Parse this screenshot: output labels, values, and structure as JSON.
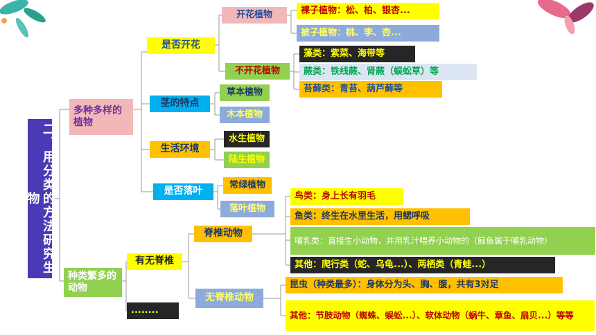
{
  "root": "二、用分类的方法研究生物",
  "colors": {
    "yellow": "#ffff00",
    "green": "#92d050",
    "cyan": "#00b0f0",
    "orange": "#ffc000",
    "pink": "#f2b8b8",
    "lightblue": "#8eaadb",
    "dark": "#262626",
    "purple": "#4a3ab5"
  },
  "plants": {
    "label": "多种多样的植物",
    "flower": {
      "q": "是否开花",
      "yes": "开花植物",
      "no": "不开花植物",
      "gymno": "裸子植物：松、柏、银杏...",
      "angio": "被子植物：桃、李、杏...",
      "algae": "藻类：紫菜、海带等",
      "fern": "蕨类：铁线蕨、肾蕨（蜈蚣草）等",
      "moss": "苔藓类：青苔、葫芦藓等"
    },
    "stem": {
      "q": "茎的特点",
      "herb": "草本植物",
      "wood": "木本植物"
    },
    "habitat": {
      "q": "生活环境",
      "water": "水生植物",
      "land": "陆生植物"
    },
    "leaf": {
      "q": "是否落叶",
      "ever": "常绿植物",
      "deci": "落叶植物"
    }
  },
  "animals": {
    "label": "种类繁多的动物",
    "spine_q": "有无脊椎",
    "more": "........",
    "vert": {
      "label": "脊椎动物",
      "bird": "鸟类：身上长有羽毛",
      "fish": "鱼类：终生在水里生活，用鳃呼吸",
      "mammal": "哺乳类：直接生小动物，并用乳汁喂养小动物的（鲸鱼属于哺乳动物）",
      "other": "其他：爬行类（蛇、乌龟...）、两栖类（青蛙...）"
    },
    "invert": {
      "label": "无脊椎动物",
      "insect": "昆虫（种类最多）：身体分为头、胸、腹，共有3对足",
      "other": "其他：节肢动物（蜘蛛、蜈蚣...）、软体动物（蜗牛、章鱼、扇贝...）等等"
    }
  }
}
